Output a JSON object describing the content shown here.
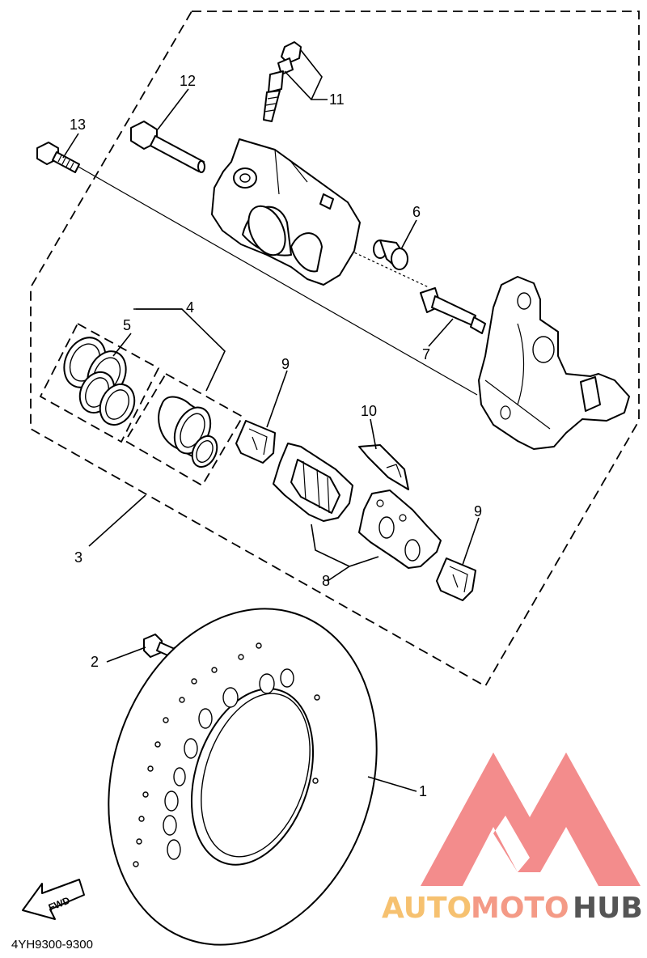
{
  "diagram": {
    "part_code": "4YH9300-9300",
    "fwd_label": "FWD",
    "callouts": [
      "1",
      "2",
      "3",
      "4",
      "5",
      "6",
      "7",
      "8",
      "9",
      "9",
      "10",
      "11",
      "12",
      "13"
    ]
  },
  "watermark": {
    "part1": "AUTO",
    "part2": "MOTO",
    "part3": "HUB",
    "colors": {
      "triangle": "#f27f7f",
      "auto": "#f6c170",
      "moto": "#f49a86",
      "hub": "#555555"
    }
  }
}
